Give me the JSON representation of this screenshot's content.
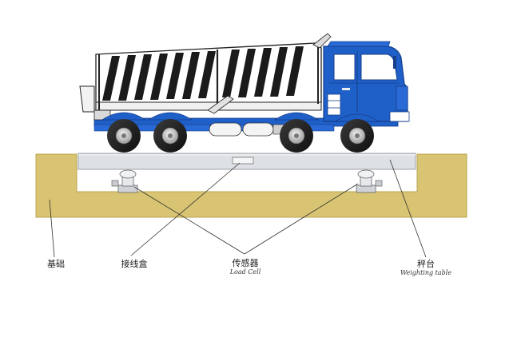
{
  "labels": {
    "foundation": "基础",
    "junction_box": "接线盒",
    "load_cell": {
      "zh": "传感器",
      "en": "Load Cell"
    },
    "weighing_table": {
      "zh": "秤台",
      "en": "Weighting table"
    }
  },
  "colors": {
    "foundation": "#d8c472",
    "foundation_edge": "#b8a450",
    "platform": "#dde0e4",
    "platform_edge": "#9aa0a6",
    "truck_blue": "#1f5fc8",
    "truck_dark": "#163f8a",
    "tire": "#1a1a1a",
    "leader": "#333333"
  }
}
